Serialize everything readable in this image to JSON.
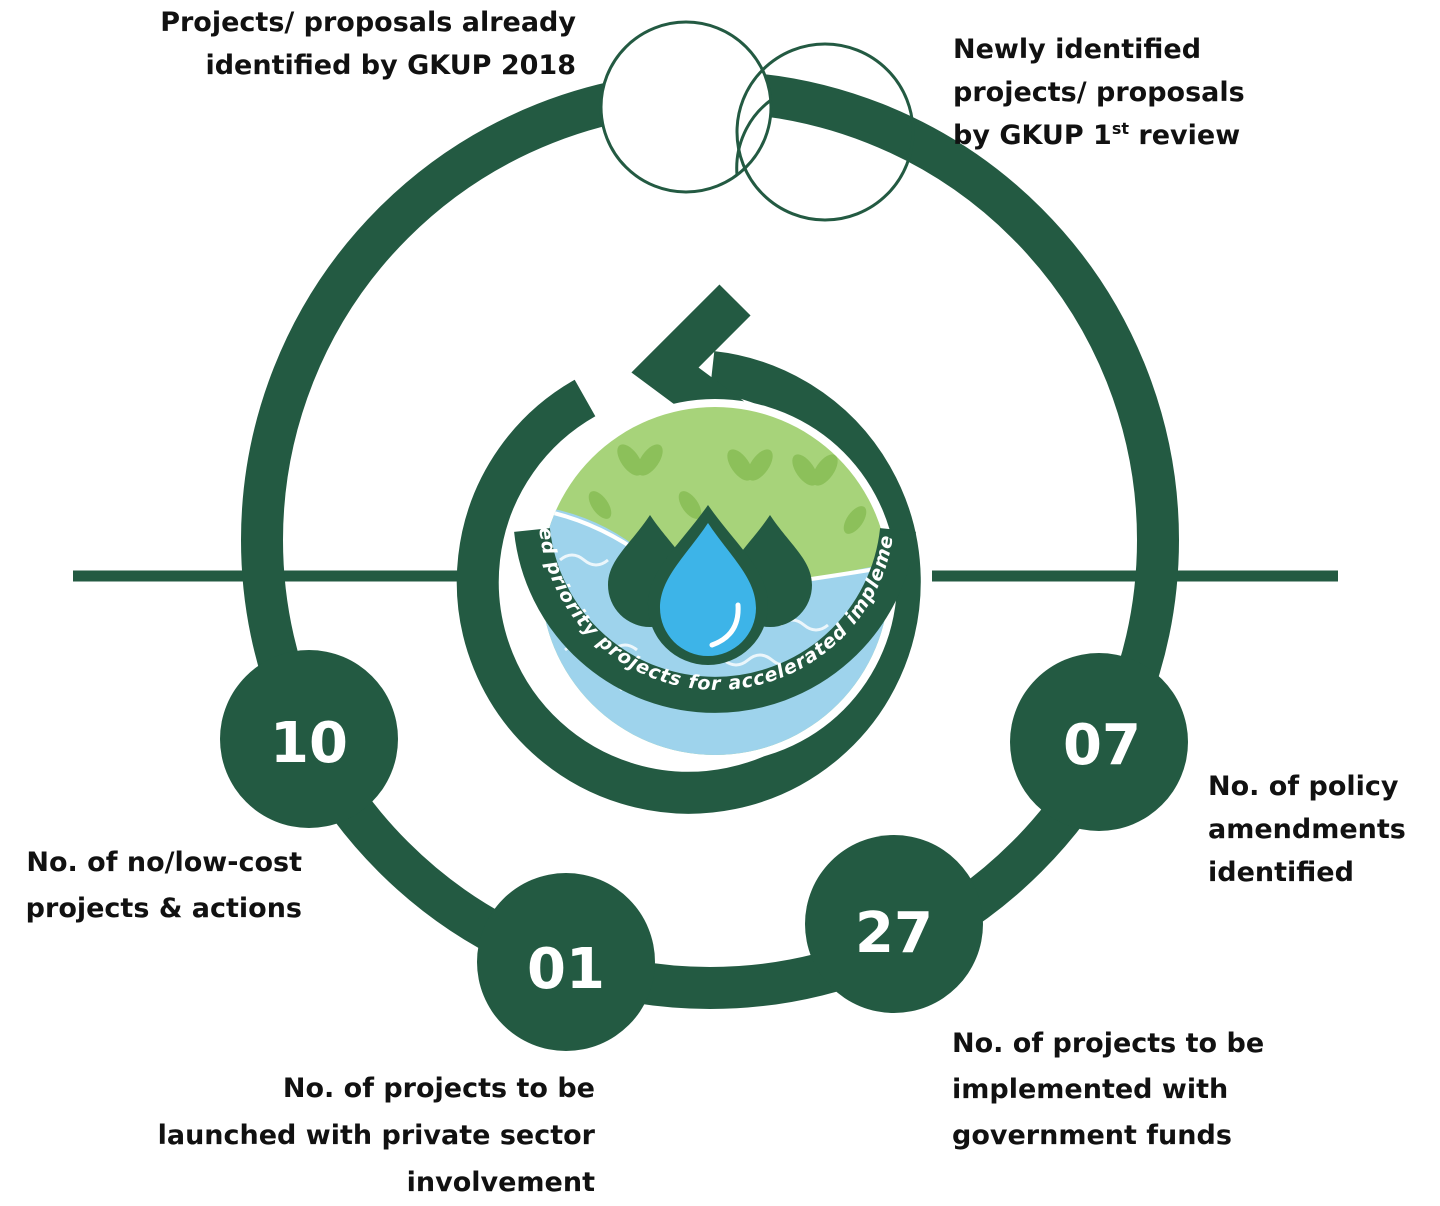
{
  "colors": {
    "ring": "#235a42",
    "node": "#235a42",
    "text": "#111111",
    "number": "#ffffff",
    "leaf_bg": "#a7d37a",
    "leaf": "#8cc05a",
    "water": "#9ed3ec",
    "drop": "#3db4e8"
  },
  "top_labels": {
    "existing": {
      "lines": [
        "Projects/ proposals already",
        "identified by GKUP 2018"
      ]
    },
    "new": {
      "line1": "Newly identified",
      "line2": "projects/ proposals",
      "line3_prefix": "by GKUP 1",
      "line3_sup": "st",
      "line3_suffix": " review"
    }
  },
  "center_logo": {
    "text": "Finalized priority projects for accelerated implementation",
    "icons": [
      "leaf-icon",
      "water-drop-icon",
      "wave-icon",
      "recycle-arrow-icon"
    ]
  },
  "nodes": [
    {
      "value": "10",
      "lines": [
        "No. of no/low-cost",
        "projects & actions"
      ]
    },
    {
      "value": "01",
      "lines": [
        "No. of projects to be",
        "launched with private sector",
        "involvement"
      ]
    },
    {
      "value": "27",
      "lines": [
        "No. of projects to be",
        "implemented with",
        "government funds"
      ]
    },
    {
      "value": "07",
      "lines": [
        "No. of policy",
        "amendments",
        "identified"
      ]
    }
  ]
}
